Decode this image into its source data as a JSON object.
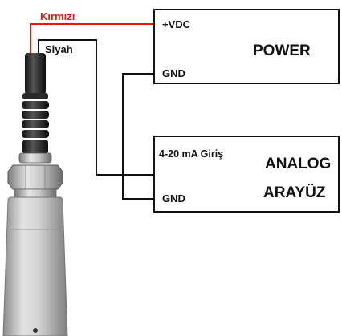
{
  "wires": {
    "red_label": "Kırmızı",
    "black_label": "Siyah",
    "red_color": "#e8140e",
    "black_color": "#111111"
  },
  "power_box": {
    "vdc_label": "+VDC",
    "gnd_label": "GND",
    "title": "POWER"
  },
  "analog_box": {
    "input_label": "4-20 mA Giriş",
    "gnd_label": "GND",
    "title_line1": "ANALOG",
    "title_line2": "ARAYÜZ"
  },
  "sensor": {
    "icon": "pressure-transmitter-probe-icon"
  }
}
